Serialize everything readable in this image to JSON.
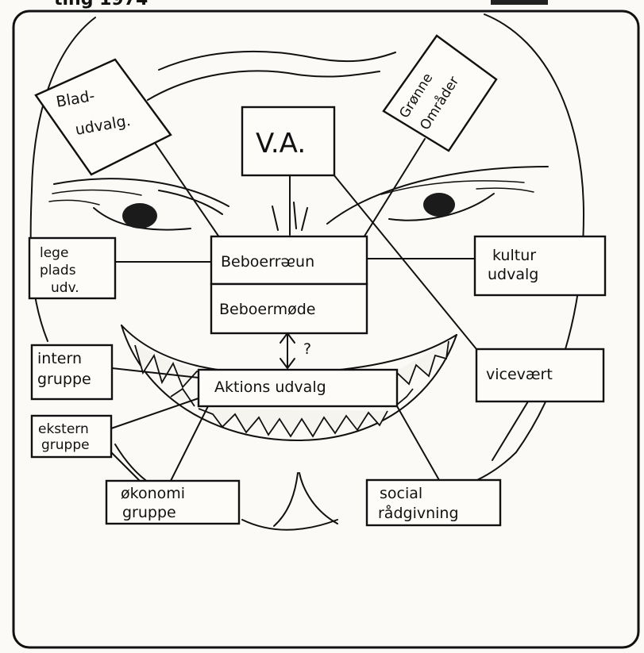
{
  "header": {
    "partial_text": "ting 1974"
  },
  "boxes": {
    "blad_udvalg": [
      "Blad-",
      "udvalg."
    ],
    "va": "V.A.",
    "gronne_omrader": [
      "Grønne",
      "Områder"
    ],
    "legeplads": [
      "lege",
      "plads",
      "udv."
    ],
    "beboerraad": "Beboerrᴂun",
    "beboermode": "Beboermøde",
    "kultur": [
      "kultur",
      "udvalg"
    ],
    "question": "?",
    "intern": [
      "intern",
      "gruppe"
    ],
    "aktions": "Aktions udvalg",
    "vicevaert": "vicevært",
    "ekstern": [
      "ekstern",
      "gruppe"
    ],
    "okonomi": [
      "økonomi",
      "gruppe"
    ],
    "social": [
      "social",
      "rådgivning"
    ]
  }
}
